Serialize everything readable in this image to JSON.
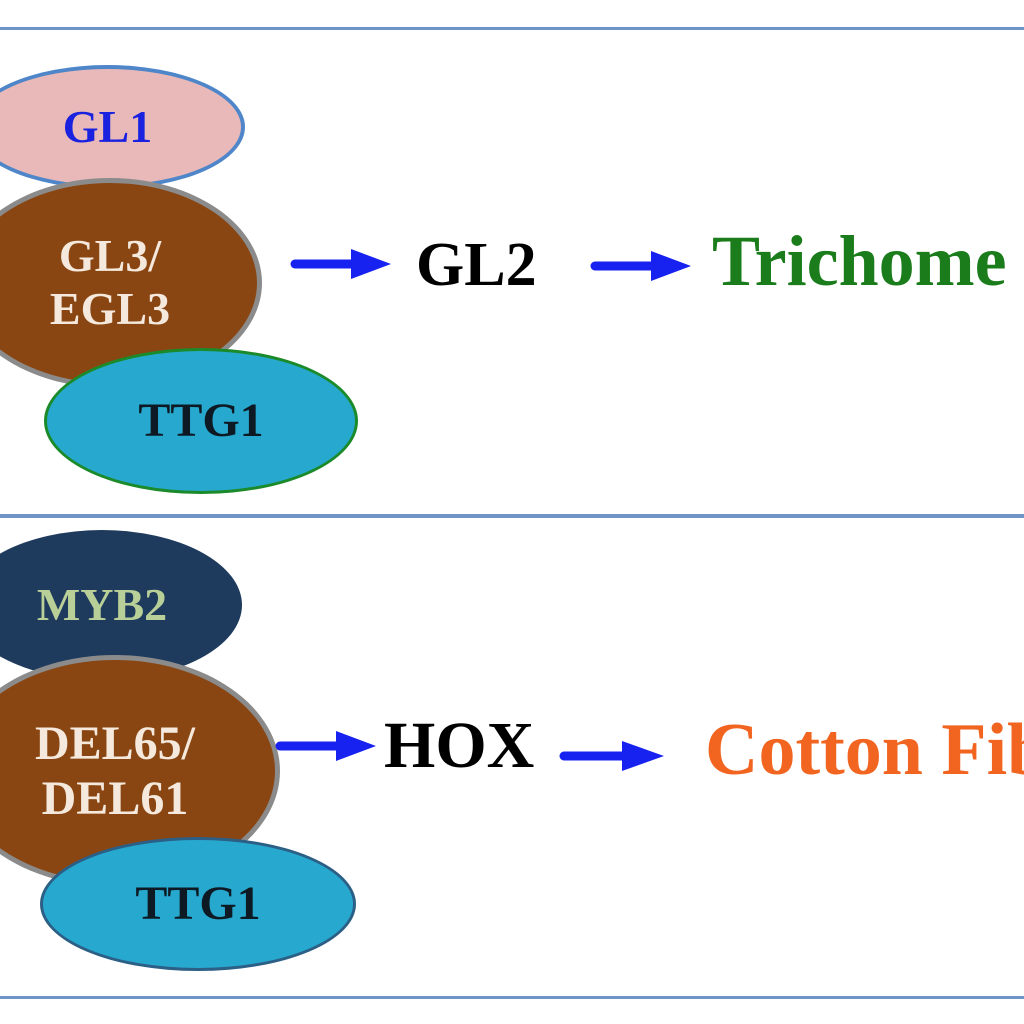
{
  "colors": {
    "panel_border": "#6f95c6",
    "gl1_fill": "#e8b9b8",
    "gl1_border": "#4f86c9",
    "gl1_text": "#1a22e0",
    "bhlh_fill": "#8a4612",
    "bhlh_border": "#8b8b8b",
    "bhlh_text": "#f4e9dc",
    "ttg1_fill": "#27a9cf",
    "ttg1_border_top": "#1b8a2a",
    "ttg1_border_bottom": "#2c5f86",
    "ttg1_text": "#0d1a24",
    "myb2_fill": "#1e3a5c",
    "myb2_text": "#b9cf98",
    "arrow": "#1722f0",
    "trichome_text": "#1a7c1a",
    "cotton_text": "#f26521",
    "gene_text": "#000000"
  },
  "top_panel": {
    "myb_label": "GL1",
    "bhlh_label": "GL3/\nEGL3",
    "wd40_label": "TTG1",
    "target_gene": "GL2",
    "outcome": "Trichome"
  },
  "bottom_panel": {
    "myb_label": "MYB2",
    "bhlh_label": "DEL65/\nDEL61",
    "wd40_label": "TTG1",
    "target_gene": "HOX",
    "outcome": "Cotton Fiber"
  }
}
